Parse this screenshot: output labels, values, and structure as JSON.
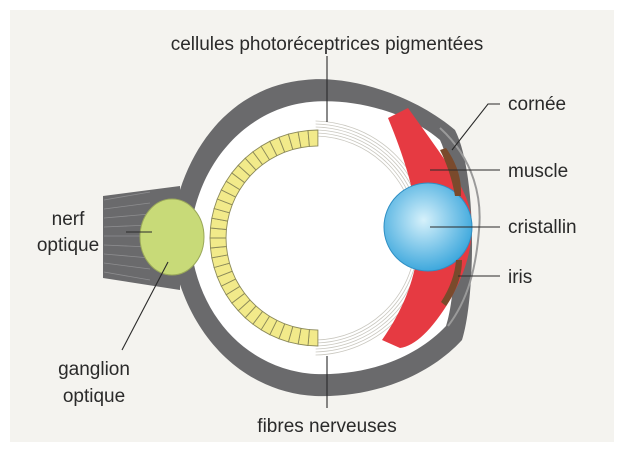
{
  "diagram": {
    "subject": "eye",
    "labels": {
      "photoreceptors": "cellules photoréceptrices pigmentées",
      "cornea": "cornée",
      "muscle": "muscle",
      "lens": "cristallin",
      "iris": "iris",
      "optic_nerve_line1": "nerf",
      "optic_nerve_line2": "optique",
      "ganglion_line1": "ganglion",
      "ganglion_line2": "optique",
      "nerve_fibers": "fibres nerveuses"
    },
    "colors": {
      "background": "#f4f3ef",
      "wall": "#6a6a6c",
      "interior": "#ffffff",
      "photoreceptor_cell": "#f2ea8a",
      "photoreceptor_border": "#8c8a5a",
      "muscle": "#e63a42",
      "lens_center": "#d6f1fb",
      "lens_edge": "#3aa6dc",
      "ganglion": "#c8da78",
      "iris": "#7a4a2c",
      "cornea_line": "#9a9a9a"
    }
  }
}
